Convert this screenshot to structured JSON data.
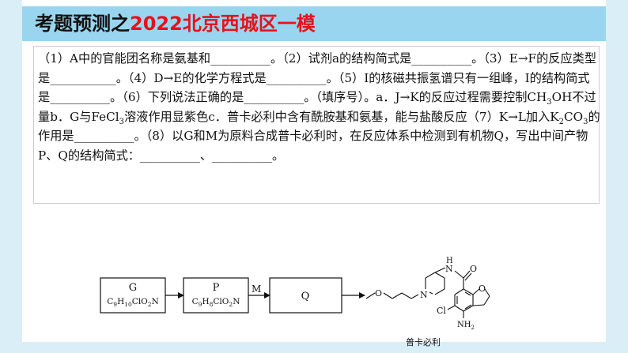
{
  "title": {
    "prefix": "考题预测之",
    "highlight": "2022北京西城区一模"
  },
  "question": {
    "parts": [
      "（1）A中的官能团名称是氨基和__________。（2）试剂a的结构简式是__________。（3）E→F的反应类型是___________。（4）D→E的化学方程式是__________。（5）I的核磁共振氢谱只有一组峰，I的结构简式是__________。（6）下列说法正确的是__________。（填序号）。a．J→K的反应过程需要控制CH",
      "3",
      "OH不过量b．G与FeCl",
      "3",
      "溶液作用显紫色c．普卡必利中含有酰胺基和氨基，能与盐酸反应（7）K→L加入K",
      "2",
      "CO",
      "3",
      "的作用是__________。（8）以G和M为原料合成普卡必利时，在反应体系中检测到有机物Q，写出中间产物P、Q的结构简式：__________、__________。"
    ]
  },
  "scheme": {
    "box_g": {
      "label": "G",
      "formula_parts": [
        "C",
        "9",
        "H",
        "10",
        "ClO",
        "2",
        "N"
      ]
    },
    "box_p": {
      "label": "P",
      "formula_parts": [
        "C",
        "9",
        "H",
        "8",
        "ClO",
        "2",
        "N"
      ]
    },
    "arrow_m_label": "M",
    "box_q": {
      "label": "Q"
    },
    "structure": {
      "atom_n_amide_h": "H",
      "atom_n_amide": "N",
      "atom_o_carbonyl": "O",
      "atom_o_ring": "O",
      "atom_n_piperidine": "N",
      "atom_o_ether": "O",
      "atom_cl": "Cl",
      "atom_nh2": "NH",
      "atom_nh2_sub": "2",
      "name": "普卡必利"
    }
  }
}
